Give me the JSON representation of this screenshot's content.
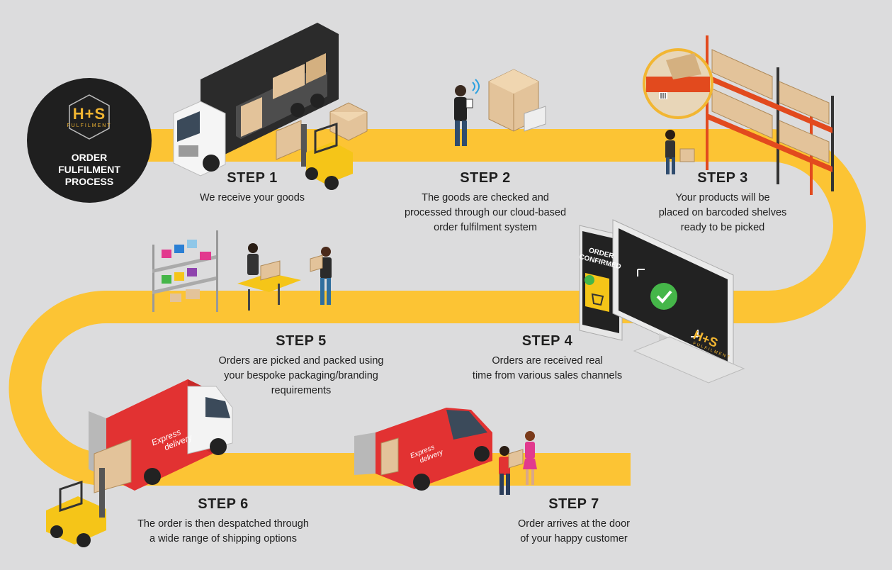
{
  "badge": {
    "logo": "H+S",
    "logo_sub": "FULFILMENT",
    "title_line1": "ORDER",
    "title_line2": "FULFILMENT",
    "title_line3": "PROCESS"
  },
  "steps": [
    {
      "title": "STEP 1",
      "lines": [
        "We receive your goods"
      ]
    },
    {
      "title": "STEP 2",
      "lines": [
        "The goods are checked and",
        "processed through our cloud-based",
        "order fulfilment system"
      ]
    },
    {
      "title": "STEP 3",
      "lines": [
        "Your products will be",
        "placed on barcoded shelves",
        "ready to be picked"
      ]
    },
    {
      "title": "STEP 4",
      "lines": [
        "Orders are received real",
        "time from various sales channels"
      ]
    },
    {
      "title": "STEP 5",
      "lines": [
        "Orders are picked and packed using",
        "your bespoke packaging/branding",
        "requirements"
      ]
    },
    {
      "title": "STEP 6",
      "lines": [
        "The order is then despatched through",
        "a wide range of shipping options"
      ]
    },
    {
      "title": "STEP 7",
      "lines": [
        "Order arrives at the door",
        "of your happy customer"
      ]
    }
  ],
  "phone_label": [
    "ORDER",
    "CONFIRMED"
  ],
  "monitor_logo": "H+S",
  "monitor_logo_sub": "FULFILMENT",
  "truck_label": [
    "Express",
    "delivery"
  ],
  "van_label": [
    "Express",
    "delivery"
  ],
  "colors": {
    "background": "#dcdcdd",
    "road": "#fcc434",
    "dark": "#1f1f1f",
    "brand_gold": "#f2b632",
    "red": "#e23232",
    "box": "#e3c39a"
  }
}
